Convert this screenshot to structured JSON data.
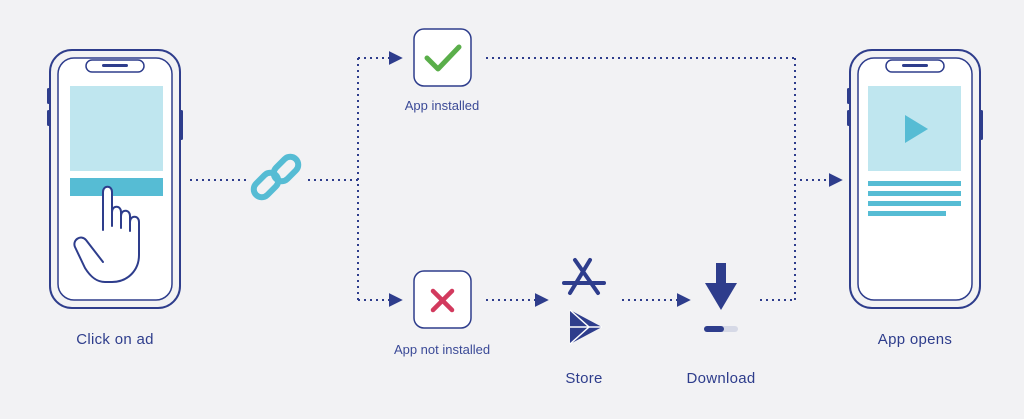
{
  "labels": {
    "click_on_ad": "Click on ad",
    "app_installed": "App installed",
    "app_not_installed": "App not installed",
    "store": "Store",
    "download": "Download",
    "app_opens": "App opens"
  },
  "icons": {
    "link": "chain-link-icon",
    "check": "checkmark-icon",
    "cross": "x-cross-icon",
    "app_store": "app-store-icon",
    "play_store": "play-store-icon",
    "download": "download-arrow-icon",
    "play": "play-icon",
    "hand": "hand-pointer-icon"
  },
  "colors": {
    "background": "#f2f2f4",
    "navy": "#2e3d8c",
    "light_blue": "#bfe6ef",
    "cyan": "#56bcd4",
    "green": "#5aae4a",
    "red": "#d23a5e",
    "dots": "#2e3d8c"
  }
}
